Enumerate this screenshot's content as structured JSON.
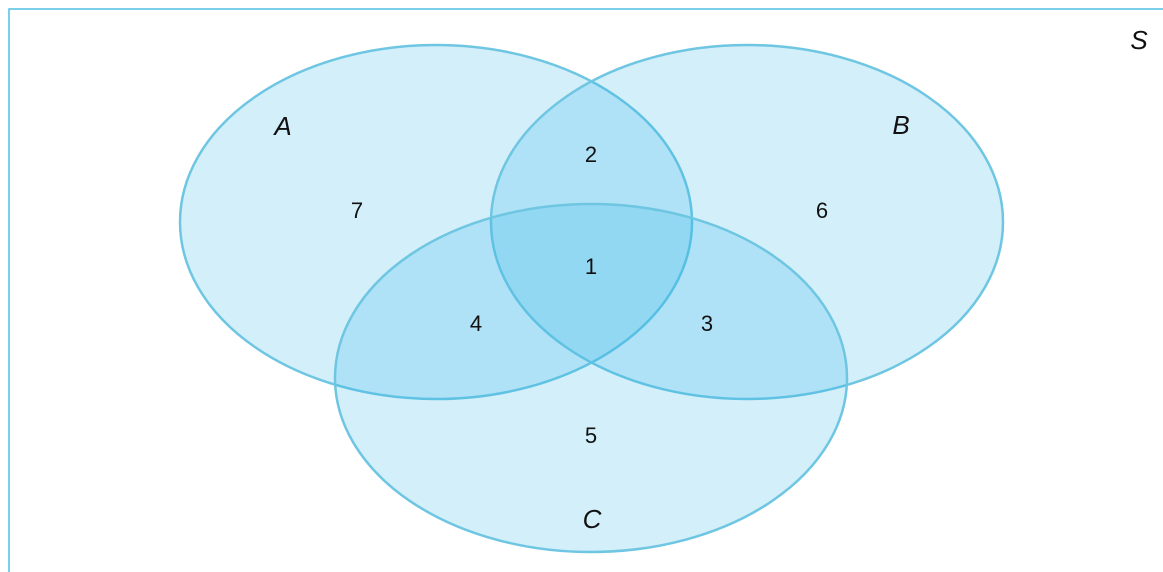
{
  "universe": {
    "label": "S"
  },
  "sets": [
    {
      "id": "a",
      "label": "A"
    },
    {
      "id": "b",
      "label": "B"
    },
    {
      "id": "c",
      "label": "C"
    }
  ],
  "regions": {
    "a_only": "7",
    "a_b_only": "2",
    "b_only": "6",
    "a_b_c": "1",
    "a_c_only": "4",
    "b_c_only": "3",
    "c_only": "5"
  },
  "colors": {
    "circle_fill": "#33b6e8",
    "circle_stroke": "#6ec6e2",
    "frame": "#4fc0e4"
  }
}
